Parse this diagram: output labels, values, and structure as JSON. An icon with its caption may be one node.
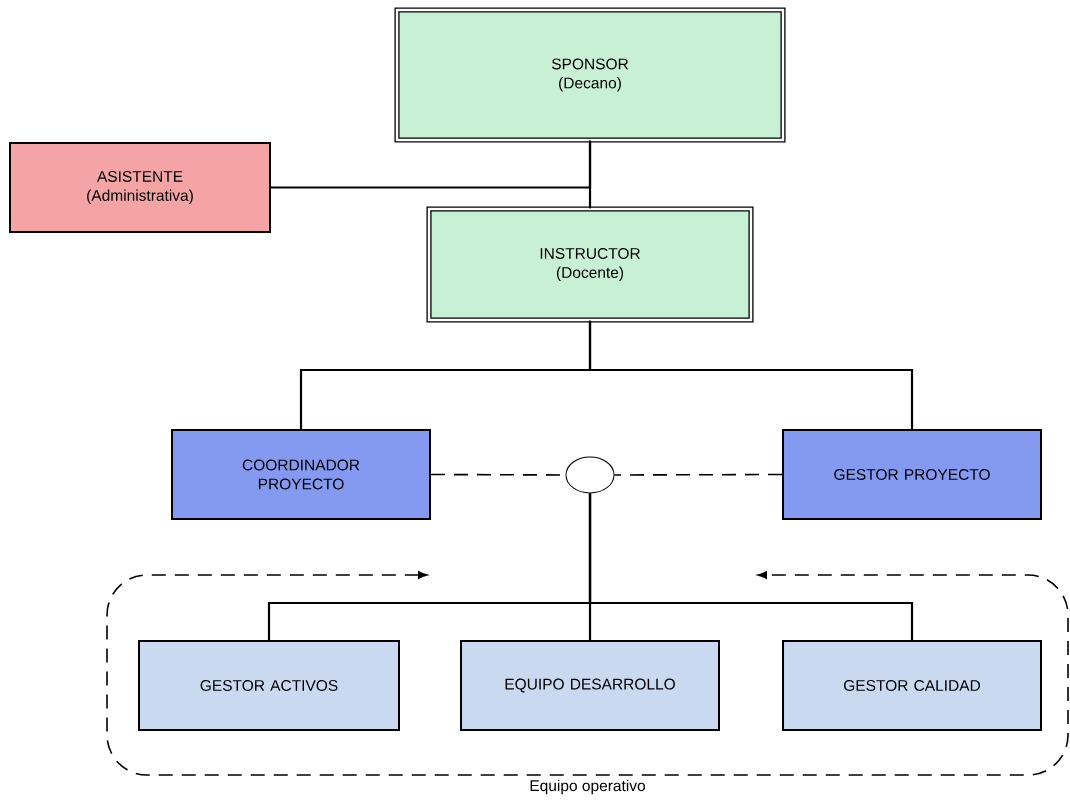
{
  "diagram": {
    "nodes": [
      {
        "text": [
          "SPONSOR",
          "(Decano)"
        ]
      },
      {
        "text": [
          "ASISTENTE",
          "(Administrativa)"
        ]
      },
      {
        "text": [
          "INSTRUCTOR",
          "(Docente)"
        ]
      },
      {
        "text": [
          "COORDINADOR PROYECTO"
        ]
      },
      {
        "text": [
          "GESTOR PROYECTO"
        ]
      },
      {
        "text": [],
        "shape": "circle"
      },
      {
        "text": [
          "Equipo operativo"
        ]
      },
      {
        "text": [
          "GESTOR ACTIVOS"
        ],
        "in": 6
      },
      {
        "text": [
          "EQUIPO DESARROLLO"
        ],
        "in": 6
      },
      {
        "text": [
          "GESTOR CALIDAD"
        ],
        "in": 6
      }
    ],
    "edges": [
      {
        "from": 0,
        "to": 2,
        "arrow": "none"
      },
      {
        "from": 1,
        "to": 0,
        "arrow": "none"
      },
      {
        "from": 2,
        "to": 3,
        "arrow": "none"
      },
      {
        "from": 2,
        "to": 4,
        "arrow": "none"
      },
      {
        "from": 3,
        "to": 5,
        "arrow": "none",
        "style": "dashed"
      },
      {
        "from": 4,
        "to": 5,
        "arrow": "none",
        "style": "dashed"
      },
      {
        "from": 5,
        "to": 7,
        "arrow": "none"
      },
      {
        "from": 5,
        "to": 8,
        "arrow": "none"
      },
      {
        "from": 5,
        "to": 9,
        "arrow": "none"
      }
    ]
  }
}
